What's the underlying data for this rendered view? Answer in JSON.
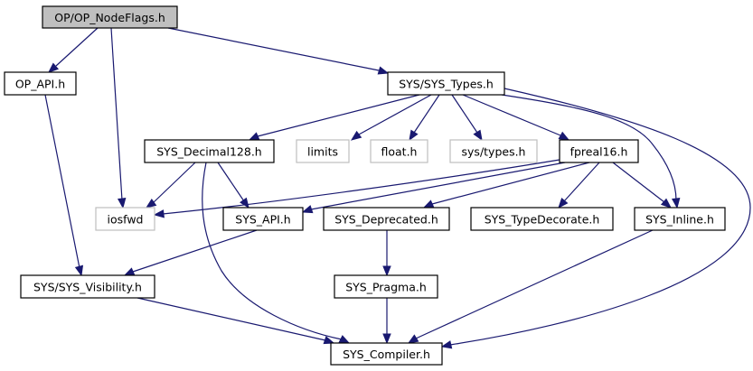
{
  "title": "OP/OP_NodeFlags.h include dependency graph",
  "colors": {
    "edge": "#191970",
    "root_fill": "#bfbfbf",
    "node_border": "#000000",
    "external_border": "#bfbfbf"
  },
  "nodes": [
    {
      "id": "op_nodeflags",
      "label": "OP/OP_NodeFlags.h",
      "kind": "root"
    },
    {
      "id": "op_api",
      "label": "OP_API.h",
      "kind": "normal"
    },
    {
      "id": "sys_types",
      "label": "SYS/SYS_Types.h",
      "kind": "normal"
    },
    {
      "id": "sys_decimal128",
      "label": "SYS_Decimal128.h",
      "kind": "normal"
    },
    {
      "id": "limits",
      "label": "limits",
      "kind": "external"
    },
    {
      "id": "float_h",
      "label": "float.h",
      "kind": "external"
    },
    {
      "id": "sys_types_h",
      "label": "sys/types.h",
      "kind": "external"
    },
    {
      "id": "fpreal16",
      "label": "fpreal16.h",
      "kind": "normal"
    },
    {
      "id": "iosfwd",
      "label": "iosfwd",
      "kind": "external"
    },
    {
      "id": "sys_api",
      "label": "SYS_API.h",
      "kind": "normal"
    },
    {
      "id": "sys_deprecated",
      "label": "SYS_Deprecated.h",
      "kind": "normal"
    },
    {
      "id": "sys_typedecorate",
      "label": "SYS_TypeDecorate.h",
      "kind": "normal"
    },
    {
      "id": "sys_inline",
      "label": "SYS_Inline.h",
      "kind": "normal"
    },
    {
      "id": "sys_visibility",
      "label": "SYS/SYS_Visibility.h",
      "kind": "normal"
    },
    {
      "id": "sys_pragma",
      "label": "SYS_Pragma.h",
      "kind": "normal"
    },
    {
      "id": "sys_compiler",
      "label": "SYS_Compiler.h",
      "kind": "normal"
    }
  ],
  "edges": [
    {
      "from": "op_nodeflags",
      "to": "op_api"
    },
    {
      "from": "op_nodeflags",
      "to": "iosfwd"
    },
    {
      "from": "op_nodeflags",
      "to": "sys_types"
    },
    {
      "from": "op_api",
      "to": "sys_visibility"
    },
    {
      "from": "sys_types",
      "to": "sys_decimal128"
    },
    {
      "from": "sys_types",
      "to": "limits"
    },
    {
      "from": "sys_types",
      "to": "float_h"
    },
    {
      "from": "sys_types",
      "to": "sys_types_h"
    },
    {
      "from": "sys_types",
      "to": "fpreal16"
    },
    {
      "from": "sys_types",
      "to": "sys_inline"
    },
    {
      "from": "sys_types",
      "to": "sys_compiler"
    },
    {
      "from": "sys_decimal128",
      "to": "iosfwd"
    },
    {
      "from": "sys_decimal128",
      "to": "sys_api"
    },
    {
      "from": "sys_decimal128",
      "to": "sys_compiler"
    },
    {
      "from": "fpreal16",
      "to": "iosfwd"
    },
    {
      "from": "fpreal16",
      "to": "sys_api"
    },
    {
      "from": "fpreal16",
      "to": "sys_deprecated"
    },
    {
      "from": "fpreal16",
      "to": "sys_typedecorate"
    },
    {
      "from": "fpreal16",
      "to": "sys_inline"
    },
    {
      "from": "sys_api",
      "to": "sys_visibility"
    },
    {
      "from": "sys_deprecated",
      "to": "sys_pragma"
    },
    {
      "from": "sys_inline",
      "to": "sys_compiler"
    },
    {
      "from": "sys_visibility",
      "to": "sys_compiler"
    },
    {
      "from": "sys_pragma",
      "to": "sys_compiler"
    }
  ]
}
